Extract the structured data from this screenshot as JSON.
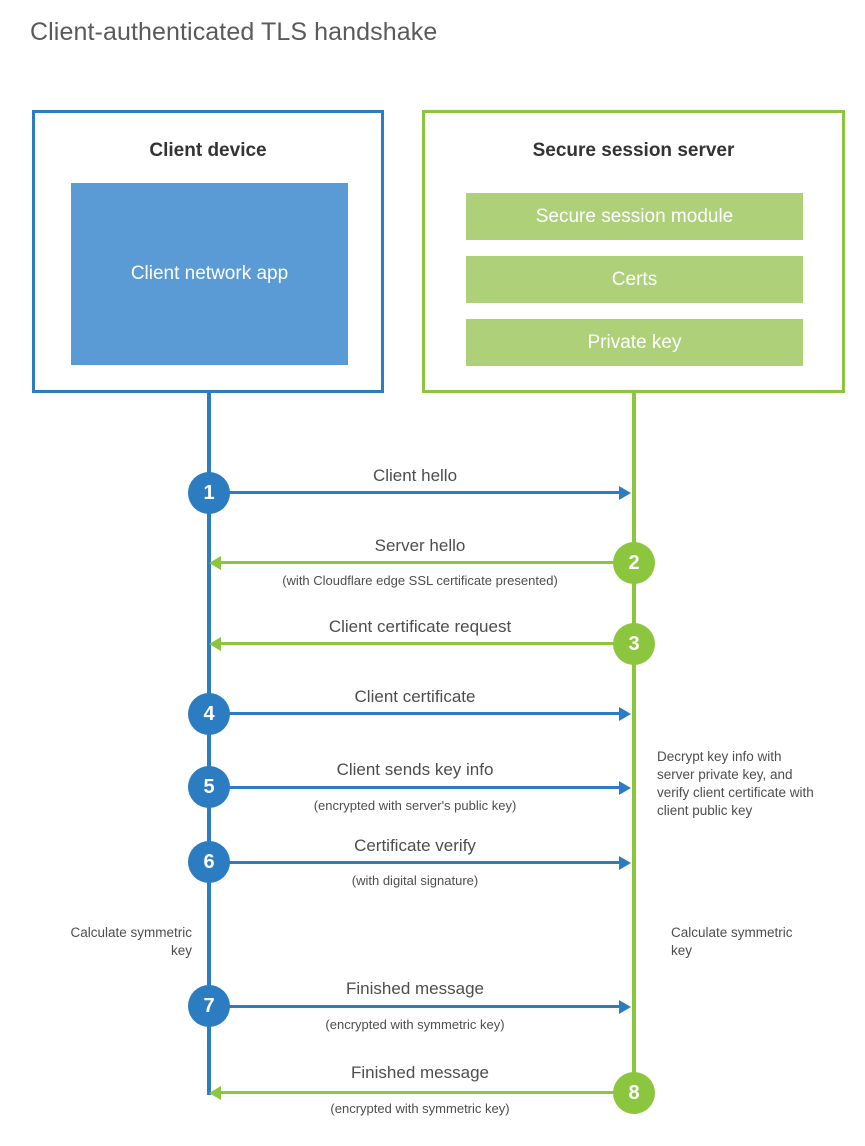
{
  "title": "Client-authenticated TLS handshake",
  "colors": {
    "client_blue": "#2b7cc0",
    "client_app_fill": "#5b9bd5",
    "server_green": "#8cc63e",
    "server_module_fill": "#aed078",
    "text": "#4d4d4d",
    "title_text": "#5a5a5a"
  },
  "actors": {
    "client": {
      "title": "Client device",
      "app_label": "Client network app"
    },
    "server": {
      "title": "Secure session server",
      "modules": [
        {
          "label": "Secure session module"
        },
        {
          "label": "Certs"
        },
        {
          "label": "Private key"
        }
      ]
    }
  },
  "steps": [
    {
      "number": "1",
      "label": "Client hello",
      "sublabel": "",
      "direction": "to-server",
      "side": "client"
    },
    {
      "number": "2",
      "label": "Server hello",
      "sublabel": "(with Cloudflare edge SSL certificate presented)",
      "direction": "to-client",
      "side": "server"
    },
    {
      "number": "3",
      "label": "Client certificate request",
      "sublabel": "",
      "direction": "to-client",
      "side": "server"
    },
    {
      "number": "4",
      "label": "Client certificate",
      "sublabel": "",
      "direction": "to-server",
      "side": "client"
    },
    {
      "number": "5",
      "label": "Client sends key info",
      "sublabel": "(encrypted with server's public key)",
      "direction": "to-server",
      "side": "client"
    },
    {
      "number": "6",
      "label": "Certificate verify",
      "sublabel": "(with digital signature)",
      "direction": "to-server",
      "side": "client"
    },
    {
      "number": "7",
      "label": "Finished message",
      "sublabel": "(encrypted with symmetric key)",
      "direction": "to-server",
      "side": "client"
    },
    {
      "number": "8",
      "label": "Finished message",
      "sublabel": "(encrypted with symmetric key)",
      "direction": "to-client",
      "side": "server"
    }
  ],
  "notes": {
    "server_decrypt": "Decrypt key info with server private key, and verify client certificate with client public key",
    "client_calculate": "Calculate symmetric key",
    "server_calculate": "Calculate symmetric key"
  }
}
